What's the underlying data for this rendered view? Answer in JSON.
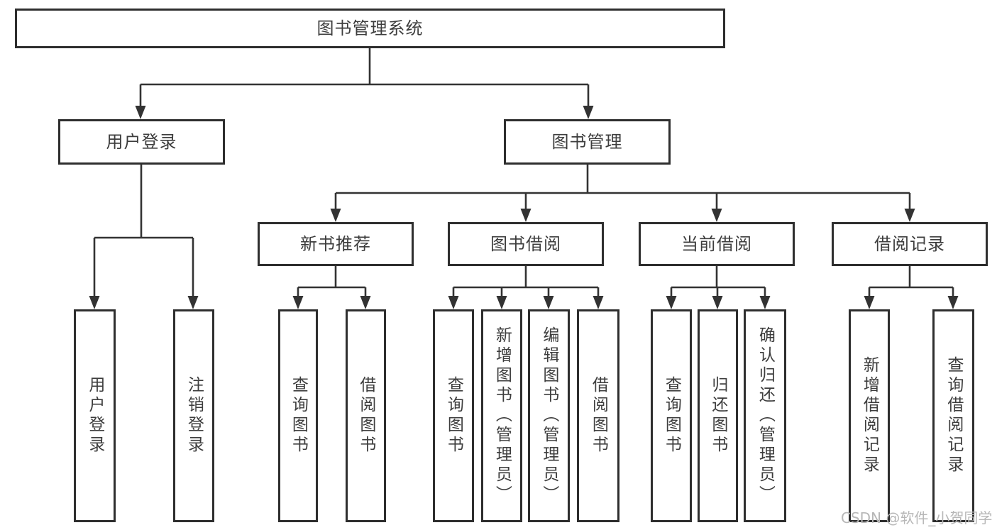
{
  "tree": {
    "label": "图书管理系统",
    "children": [
      {
        "label": "用户登录",
        "children": [
          {
            "label": "用户登录"
          },
          {
            "label": "注销登录"
          }
        ]
      },
      {
        "label": "图书管理",
        "children": [
          {
            "label": "新书推荐",
            "children": [
              {
                "label": "查询图书"
              },
              {
                "label": "借阅图书"
              }
            ]
          },
          {
            "label": "图书借阅",
            "children": [
              {
                "label": "查询图书"
              },
              {
                "label": "新增图书（管理员）"
              },
              {
                "label": "编辑图书（管理员）"
              },
              {
                "label": "借阅图书"
              }
            ]
          },
          {
            "label": "当前借阅",
            "children": [
              {
                "label": "查询图书"
              },
              {
                "label": "归还图书"
              },
              {
                "label": "确认归还（管理员）"
              }
            ]
          },
          {
            "label": "借阅记录",
            "children": [
              {
                "label": "新增借阅记录"
              },
              {
                "label": "查询借阅记录"
              }
            ]
          }
        ]
      }
    ]
  },
  "colors": {
    "line": "#333333",
    "box_border": "#2e2e2e",
    "text": "#3d3d3d",
    "watermark": "#b7b7b7"
  },
  "watermark": "CSDN @软件_小贺同学"
}
